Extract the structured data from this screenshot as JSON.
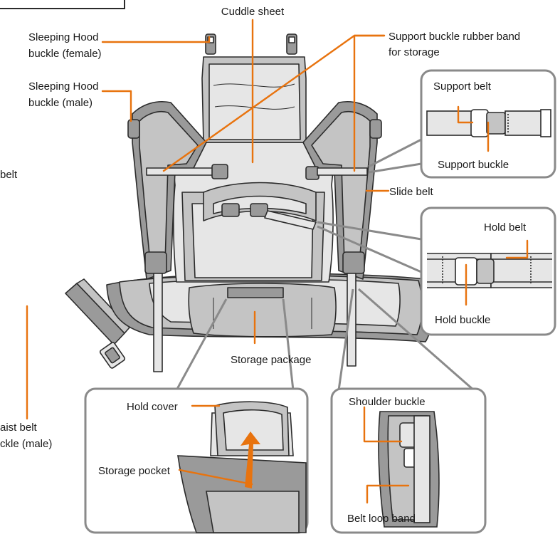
{
  "labels": {
    "cuddle_sheet": "Cuddle sheet",
    "hood_female_1": "Sleeping Hood",
    "hood_female_2": "buckle (female)",
    "hood_male_1": "Sleeping Hood",
    "hood_male_2": "buckle (male)",
    "rubber_band_1": "Support buckle rubber band",
    "rubber_band_2": "for storage",
    "support_belt": "Support belt",
    "support_buckle": "Support buckle",
    "slide_belt": "Slide belt",
    "hold_belt": "Hold belt",
    "hold_buckle": "Hold buckle",
    "storage_package": "Storage package",
    "hold_cover": "Hold cover",
    "storage_pocket": "Storage pocket",
    "shoulder_buckle": "Shoulder buckle",
    "belt_loop_band": "Belt loop band",
    "partial_belt": "belt",
    "waist_belt_1": "aist belt",
    "waist_belt_2": "ckle (male)"
  },
  "colors": {
    "leader": "#E8730E",
    "panel_border": "#8a8a8a",
    "outline": "#2b2b2b",
    "fill_dark": "#9a9a9a",
    "fill_mid": "#c4c4c4",
    "fill_light": "#e6e6e6"
  }
}
